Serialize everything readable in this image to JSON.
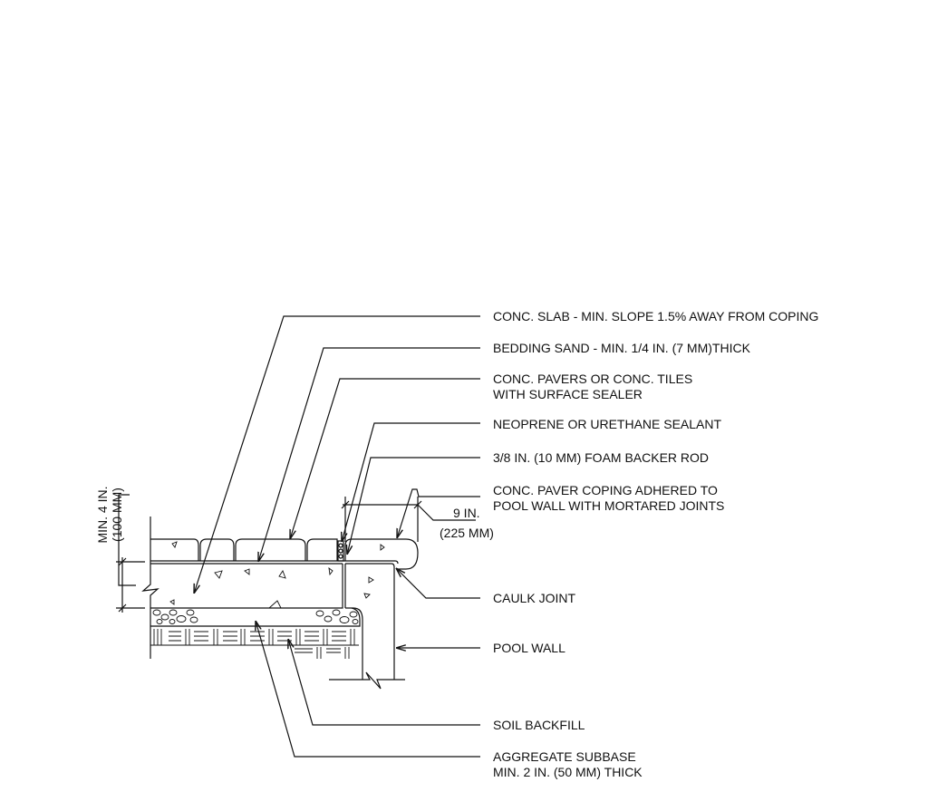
{
  "labels": {
    "slab": "CONC. SLAB - MIN. SLOPE 1.5% AWAY FROM COPING",
    "sand": "BEDDING SAND - MIN. 1/4 IN. (7 MM)THICK",
    "pavers_1": "CONC. PAVERS OR CONC. TILES",
    "pavers_2": "WITH SURFACE SEALER",
    "sealant": "NEOPRENE OR URETHANE SEALANT",
    "backer": "3/8 IN. (10 MM) FOAM BACKER ROD",
    "coping_1": "CONC. PAVER COPING ADHERED TO",
    "coping_2": "POOL WALL WITH MORTARED JOINTS",
    "caulk": "CAULK JOINT",
    "wall": "POOL WALL",
    "soil": "SOIL BACKFILL",
    "agg_1": "AGGREGATE SUBBASE",
    "agg_2": "MIN. 2 IN. (50 MM) THICK"
  },
  "dimensions": {
    "width_1": "9 IN.",
    "width_2": "(225 MM)",
    "thick_1": "MIN. 4 IN.",
    "thick_2": "(100 MM)"
  }
}
